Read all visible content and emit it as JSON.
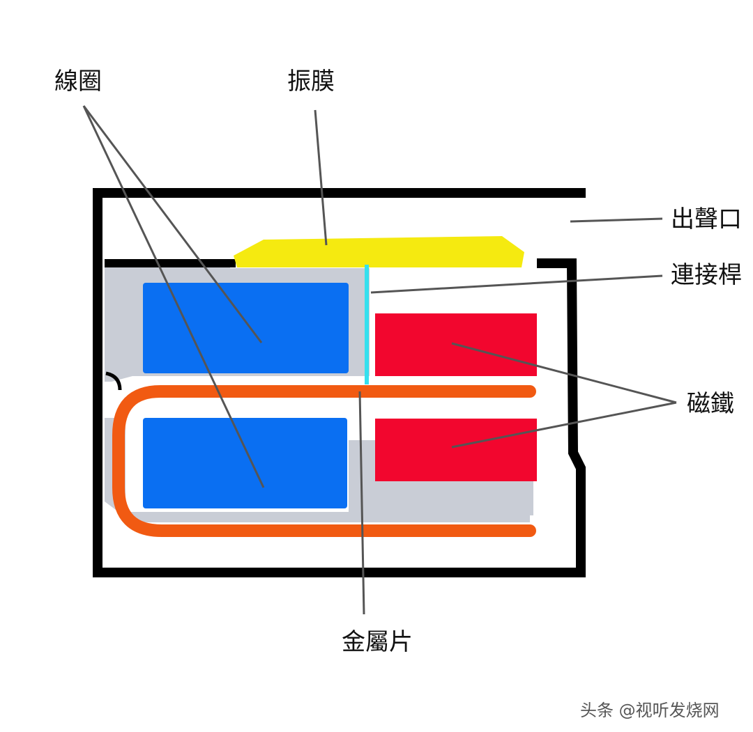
{
  "labels": {
    "coil": "線圈",
    "diaphragm": "振膜",
    "sound_outlet": "出聲口",
    "connecting_rod": "連接桿",
    "magnet": "磁鐵",
    "metal_sheet": "金屬片"
  },
  "watermark": "头条 @视听发烧网",
  "colors": {
    "housing": "#000000",
    "coil": "#0a6ff2",
    "diaphragm": "#f5ea10",
    "magnet": "#f2062e",
    "metal_sheet": "#f15a12",
    "connecting_rod": "#35e0ee",
    "frame": "#c9cdd6",
    "leader_line": "#555555"
  }
}
